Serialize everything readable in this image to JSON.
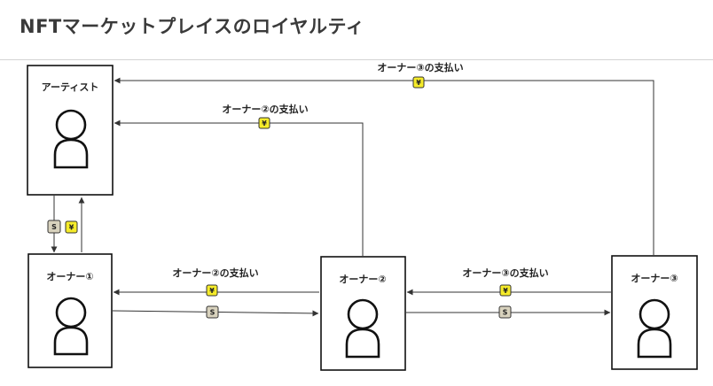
{
  "title": "NFTマーケットプレイスのロイヤルティ",
  "colors": {
    "yen_badge": "#f6ec2a",
    "s_badge": "#d8d2bd",
    "line": "#333333"
  },
  "actors": {
    "artist": "アーティスト",
    "owner1": "オーナー①",
    "owner2": "オーナー②",
    "owner3": "オーナー③"
  },
  "edges": {
    "owner3_to_artist": "オーナー③の支払い",
    "owner2_to_artist": "オーナー②の支払い",
    "owner2_to_owner1": "オーナー②の支払い",
    "owner3_to_owner2": "オーナー③の支払い"
  },
  "badges": {
    "yen": "¥",
    "s": "S"
  }
}
